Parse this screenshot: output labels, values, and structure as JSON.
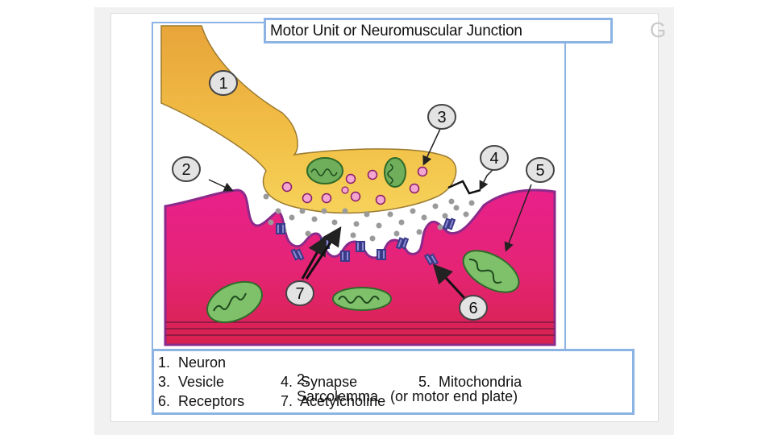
{
  "title": "Motor Unit or Neuromuscular Junction",
  "partial_glyph": "G",
  "callouts": [
    "1",
    "2",
    "3",
    "4",
    "5",
    "6",
    "7"
  ],
  "legend": {
    "items": [
      {
        "number": "1.",
        "label": "Neuron"
      },
      {
        "number": "2.",
        "label": "Sarcolemma   (or motor end plate)"
      },
      {
        "number": "3.",
        "label": "Vesicle"
      },
      {
        "number": "4.",
        "label": "Synapse"
      },
      {
        "number": "5.",
        "label": "Mitochondria"
      },
      {
        "number": "6.",
        "label": "Receptors"
      },
      {
        "number": "7.",
        "label": "Acetylcholine"
      }
    ]
  },
  "colors": {
    "neuron": "#f0b83a",
    "muscle": "#e0217a",
    "mitochondria": "#7fc06a",
    "vesicle": "#f2a6d0",
    "frame": "#8bb4e4"
  }
}
